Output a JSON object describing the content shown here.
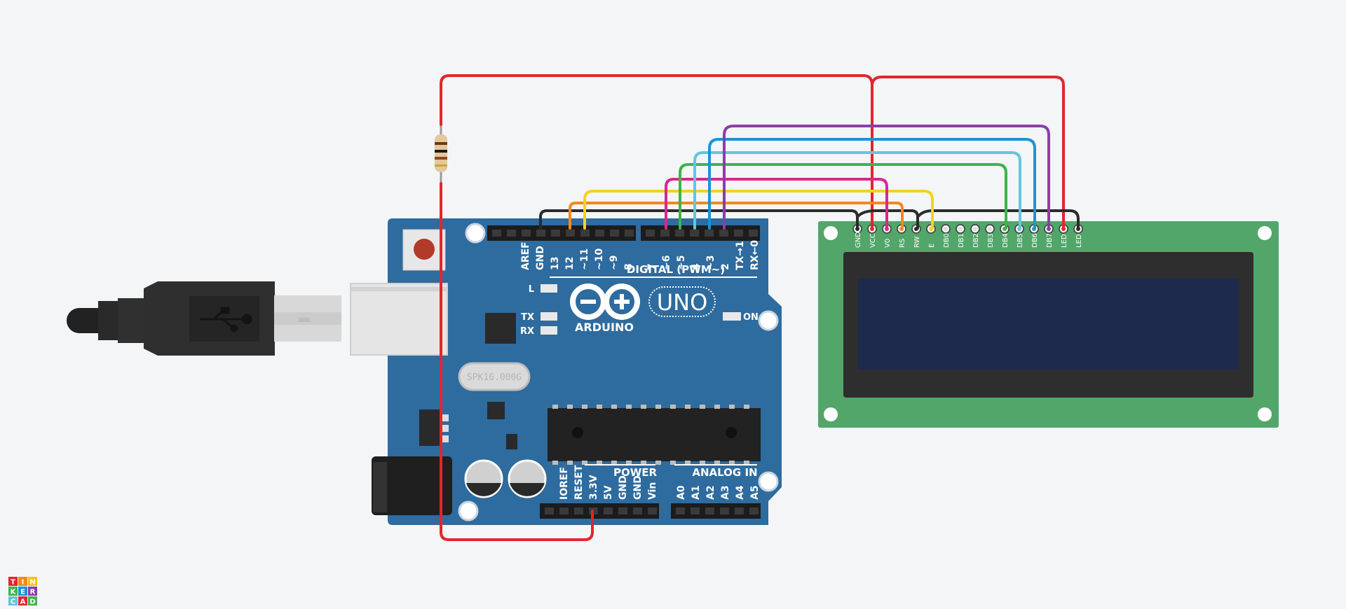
{
  "board": {
    "logo_text": "ARDUINO",
    "model_text": "UNO",
    "crystal_text": "SPK16.000G",
    "digital_header_label": "DIGITAL (PWM~)",
    "digital_pins": [
      "AREF",
      "GND",
      "13",
      "12",
      "~11",
      "~10",
      "~9",
      "8",
      "7",
      "~6",
      "~5",
      "4",
      "~3",
      "2",
      "TX→1",
      "RX←0"
    ],
    "led_labels": [
      "L",
      "TX",
      "RX"
    ],
    "on_label": "ON",
    "power_label": "POWER",
    "power_pins": [
      "IOREF",
      "RESET",
      "3.3V",
      "5V",
      "GND",
      "GND",
      "Vin"
    ],
    "analog_label": "ANALOG IN",
    "analog_pins": [
      "A0",
      "A1",
      "A2",
      "A3",
      "A4",
      "A5"
    ]
  },
  "lcd": {
    "pins": [
      "GND",
      "VCC",
      "V0",
      "RS",
      "RW",
      "E",
      "DB0",
      "DB1",
      "DB2",
      "DB3",
      "DB4",
      "DB5",
      "DB6",
      "DB7",
      "LED",
      "LED"
    ]
  },
  "branding": {
    "tinkercad_letters": [
      "T",
      "I",
      "N",
      "K",
      "E",
      "R",
      "C",
      "A",
      "D"
    ]
  },
  "colors": {
    "board": "#2e6b9e",
    "lcd_board": "#52a66a",
    "lcd_screen": "#1d2a4d",
    "wire_red": "#e1262d",
    "wire_black": "#2b2b2b",
    "wire_orange": "#f08a1c",
    "wire_yellow": "#f4d31a",
    "wire_pink": "#d6288e",
    "wire_green": "#3fb34a",
    "wire_lightblue": "#62c7d9",
    "wire_blue": "#1c94d4",
    "wire_purple": "#8a3fa6"
  }
}
